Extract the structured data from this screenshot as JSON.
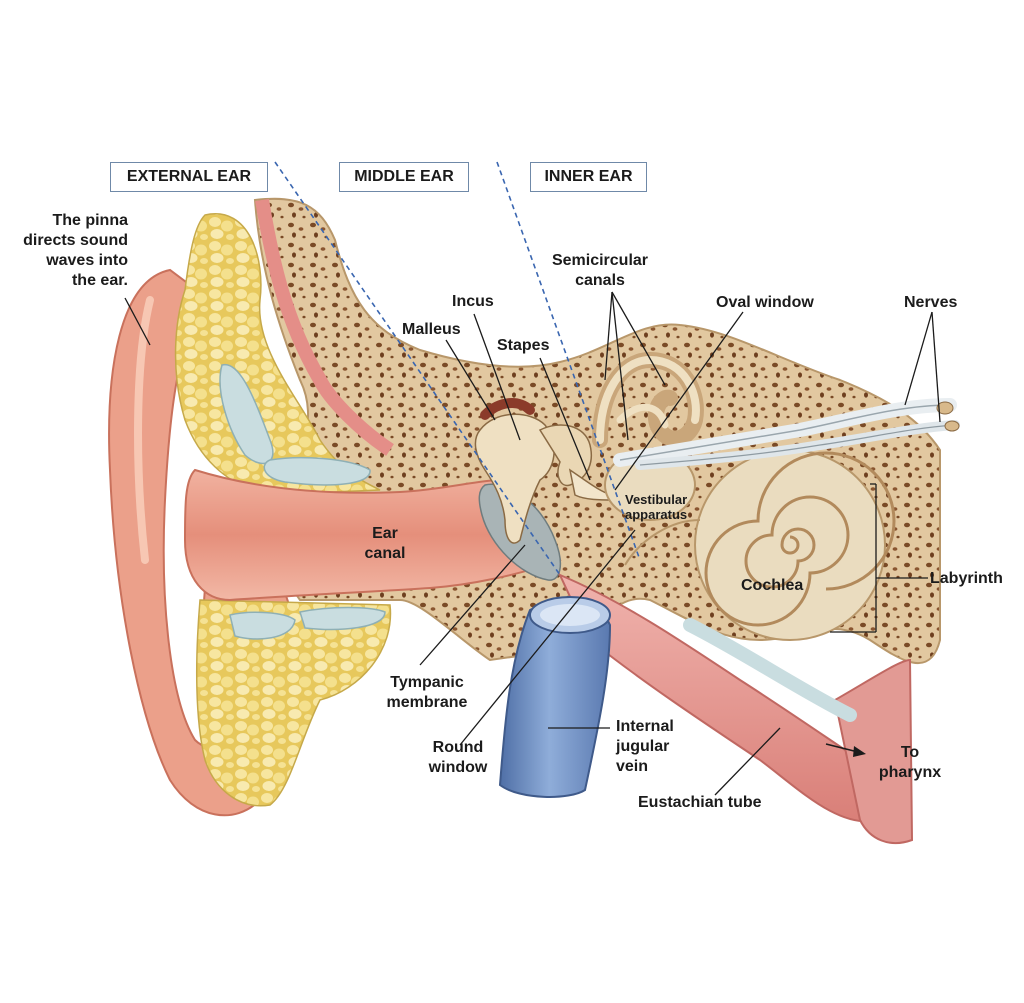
{
  "regions": {
    "external": "EXTERNAL EAR",
    "middle": "MIDDLE EAR",
    "inner": "INNER EAR"
  },
  "pinna_caption": {
    "line1_prefix": "The ",
    "line1_bold": "pinna",
    "line2": "directs sound",
    "line3": "waves into",
    "line4": "the ear."
  },
  "labels": {
    "ear_canal_1": "Ear",
    "ear_canal_2": "canal",
    "incus": "Incus",
    "malleus": "Malleus",
    "stapes": "Stapes",
    "semicircular_1": "Semicircular",
    "semicircular_2": "canals",
    "oval_window": "Oval window",
    "nerves": "Nerves",
    "vestibular_1": "Vestibular",
    "vestibular_2": "apparatus",
    "cochlea": "Cochlea",
    "labyrinth": "Labyrinth",
    "tympanic_1": "Tympanic",
    "tympanic_2": "membrane",
    "round_window_1": "Round",
    "round_window_2": "window",
    "jugular_1": "Internal",
    "jugular_2": "jugular",
    "jugular_3": "vein",
    "eustachian": "Eustachian tube",
    "pharynx_1": "To",
    "pharynx_2": "pharynx"
  },
  "colors": {
    "skin": "#eba08a",
    "skin_light": "#f7c7b3",
    "fat": "#f1dc7e",
    "bone": "#e2c8a0",
    "bone_pore": "#7a4a26",
    "cartilage": "#c9dde0",
    "vein": "#6f8fbf",
    "tube": "#e29a94",
    "membrane": "#a9b4b6",
    "cochlea": "#eadcbf",
    "divider": "#3a66b0",
    "leader": "#1b1b1b"
  }
}
